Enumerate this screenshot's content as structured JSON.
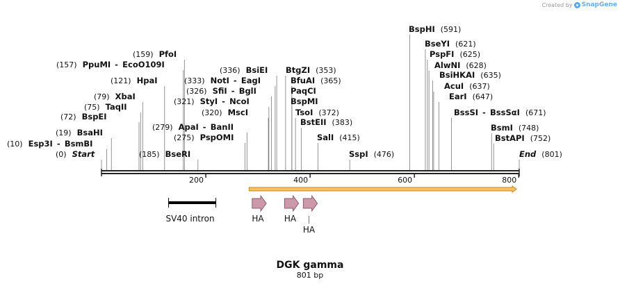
{
  "credit": {
    "text": "Created by",
    "brand": "SnapGene",
    "logo_icon": "snapgene-logo-icon"
  },
  "map": {
    "title": "DGK gamma",
    "length_label": "801 bp",
    "length": 801,
    "ticks": [
      200,
      400,
      600,
      800
    ],
    "colors": {
      "backbone": "#222222",
      "arrow_fill": "#f5c26b",
      "arrow_border": "#c88a1a",
      "ha_fill": "#cc99aa",
      "ha_stroke": "#8e5b6d",
      "intron": "#000000"
    }
  },
  "sites": [
    {
      "name": "Start",
      "pos_label": "(0)",
      "pos": 0,
      "italic": true,
      "pos_first": true
    },
    {
      "name": "Esp3I",
      "name2": "BsmBI",
      "pos_label": "(10)",
      "pos": 10,
      "pos_first": true
    },
    {
      "name": "BsaHI",
      "pos_label": "(19)",
      "pos": 19,
      "pos_first": true
    },
    {
      "name": "BspEI",
      "pos_label": "(72)",
      "pos": 72,
      "pos_first": true
    },
    {
      "name": "TaqII",
      "pos_label": "(75)",
      "pos": 75,
      "pos_first": true
    },
    {
      "name": "XbaI",
      "pos_label": "(79)",
      "pos": 79,
      "pos_first": true
    },
    {
      "name": "HpaI",
      "pos_label": "(121)",
      "pos": 121,
      "pos_first": true
    },
    {
      "name": "PpuMI",
      "name2": "EcoO109I",
      "pos_label": "(157)",
      "pos": 157,
      "pos_first": true
    },
    {
      "name": "PfoI",
      "pos_label": "(159)",
      "pos": 159,
      "pos_first": true
    },
    {
      "name": "BseRI",
      "pos_label": "(185)",
      "pos": 185,
      "pos_first": true
    },
    {
      "name": "PspOMI",
      "pos_label": "(275)",
      "pos": 275,
      "pos_first": true
    },
    {
      "name": "ApaI",
      "name2": "BanII",
      "pos_label": "(279)",
      "pos": 279,
      "pos_first": true
    },
    {
      "name": "MscI",
      "pos_label": "(320)",
      "pos": 320,
      "pos_first": true
    },
    {
      "name": "StyI",
      "name2": "NcoI",
      "pos_label": "(321)",
      "pos": 321,
      "pos_first": true
    },
    {
      "name": "SfiI",
      "name2": "BglI",
      "pos_label": "(326)",
      "pos": 326,
      "pos_first": true
    },
    {
      "name": "NotI",
      "name2": "EagI",
      "pos_label": "(333)",
      "pos": 333,
      "pos_first": true
    },
    {
      "name": "BsiEI",
      "pos_label": "(336)",
      "pos": 336,
      "pos_first": true
    },
    {
      "name": "BtgZI",
      "pos_label": "(353)",
      "pos": 353
    },
    {
      "name": "BfuAI",
      "pos_label": "(365)",
      "pos": 365
    },
    {
      "name": "PaqCI",
      "pos_label": "",
      "pos": 365
    },
    {
      "name": "BspMI",
      "pos_label": "",
      "pos": 365
    },
    {
      "name": "TsoI",
      "pos_label": "(372)",
      "pos": 372
    },
    {
      "name": "BstEII",
      "pos_label": "(383)",
      "pos": 383
    },
    {
      "name": "SalI",
      "pos_label": "(415)",
      "pos": 415
    },
    {
      "name": "SspI",
      "pos_label": "(476)",
      "pos": 476
    },
    {
      "name": "BspHI",
      "pos_label": "(591)",
      "pos": 591
    },
    {
      "name": "BseYI",
      "pos_label": "(621)",
      "pos": 621
    },
    {
      "name": "PspFI",
      "pos_label": "(625)",
      "pos": 625
    },
    {
      "name": "AlwNI",
      "pos_label": "(628)",
      "pos": 628
    },
    {
      "name": "BsiHKAI",
      "pos_label": "(635)",
      "pos": 635
    },
    {
      "name": "AcuI",
      "pos_label": "(637)",
      "pos": 637
    },
    {
      "name": "EarI",
      "pos_label": "(647)",
      "pos": 647
    },
    {
      "name": "BssSI",
      "name2": "BssSαI",
      "pos_label": "(671)",
      "pos": 671
    },
    {
      "name": "BsmI",
      "pos_label": "(748)",
      "pos": 748
    },
    {
      "name": "BstAPI",
      "pos_label": "(752)",
      "pos": 752
    },
    {
      "name": "End",
      "pos_label": "(801)",
      "pos": 801,
      "italic": true
    }
  ],
  "features": {
    "orf_arrow": {
      "start": 283,
      "end": 801
    },
    "intron": {
      "label": "SV40 intron",
      "start": 126,
      "end": 222
    },
    "ha_tags": [
      {
        "label": "HA",
        "start": 285,
        "end": 312
      },
      {
        "label": "HA",
        "start": 347,
        "end": 374
      },
      {
        "label": "HA",
        "start": 383,
        "end": 410
      }
    ]
  }
}
